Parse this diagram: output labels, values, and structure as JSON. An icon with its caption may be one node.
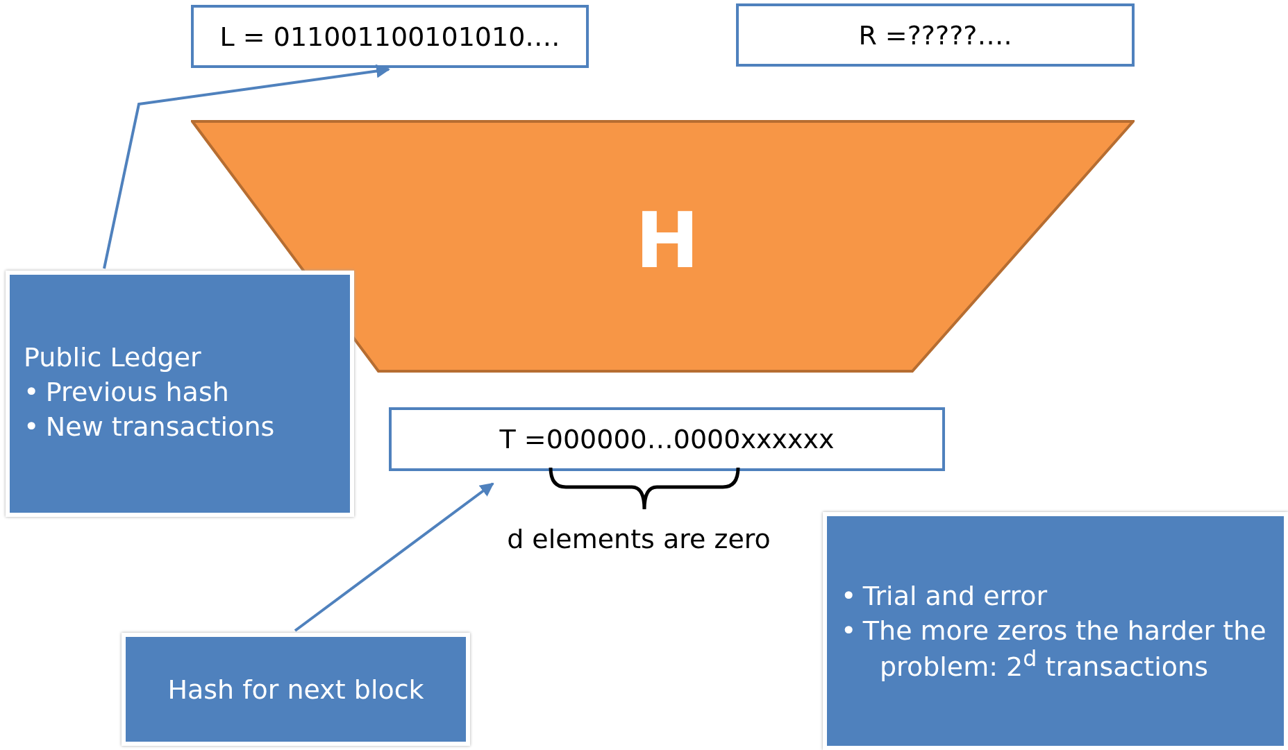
{
  "diagram": {
    "nodes": [
      {
        "text": [
          "L = 011001100101010…."
        ]
      },
      {
        "text": [
          "R =?????…."
        ]
      },
      {
        "text": [
          "H"
        ]
      },
      {
        "text": [
          "Public Ledger",
          "•\tPrevious hash",
          "•\tNew transactions"
        ]
      },
      {
        "text": [
          "T =000000…0000xxxxxx"
        ]
      },
      {
        "text": [
          "Hash for next block"
        ]
      },
      {
        "text": [
          "•\tTrial and error",
          "•\tThe more zeros the harder the problem: 2$^{d}$ transactions"
        ]
      }
    ],
    "edges": [
      {
        "from": 3,
        "to": 0,
        "arrow": "to"
      },
      {
        "from": 5,
        "to": 4,
        "arrow": "to"
      }
    ],
    "labels": [
      "d elements are zero"
    ]
  }
}
